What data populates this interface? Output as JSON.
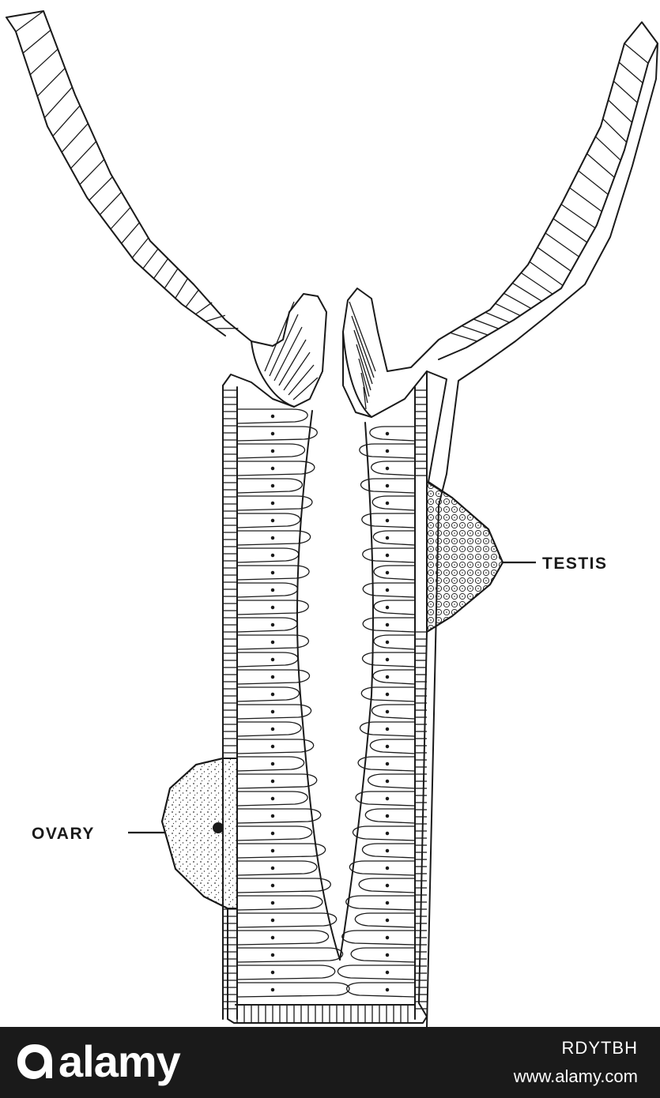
{
  "figure": {
    "labels": {
      "testis": "TESTIS",
      "ovary": "OVARY"
    }
  },
  "banner": {
    "brand": "alamy",
    "image_id": "RDYTBH",
    "url": "www.alamy.com",
    "background": "#1a1a1a",
    "logo_icon": "alamy-a-mark-icon"
  }
}
